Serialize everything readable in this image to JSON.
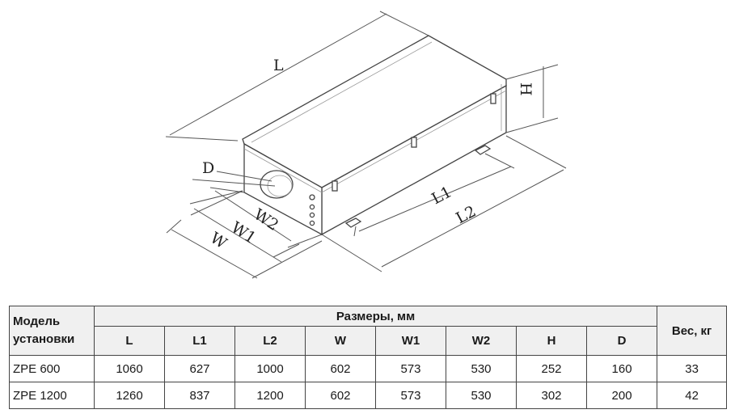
{
  "drawing": {
    "labels": {
      "L": "L",
      "H": "H",
      "D": "D",
      "L1": "L1",
      "L2": "L2",
      "W": "W",
      "W1": "W1",
      "W2": "W2"
    }
  },
  "table": {
    "model_header": "Модель установки",
    "sizes_header": "Размеры, мм",
    "weight_header": "Вес, кг",
    "columns": [
      "L",
      "L1",
      "L2",
      "W",
      "W1",
      "W2",
      "H",
      "D"
    ],
    "rows": [
      {
        "model": "ZPE 600",
        "values": [
          "1060",
          "627",
          "1000",
          "602",
          "573",
          "530",
          "252",
          "160"
        ],
        "weight": "33"
      },
      {
        "model": "ZPE 1200",
        "values": [
          "1260",
          "837",
          "1200",
          "602",
          "573",
          "530",
          "302",
          "200"
        ],
        "weight": "42"
      }
    ]
  }
}
